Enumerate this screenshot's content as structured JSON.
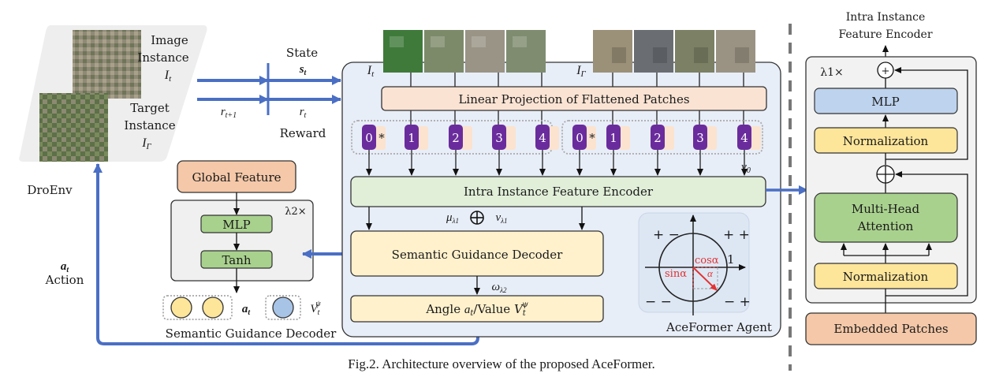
{
  "env": {
    "label": "DroEnv",
    "image_instance": [
      "Image",
      "Instance",
      "I_t"
    ],
    "target_instance": [
      "Target",
      "Instance",
      "I_Γ"
    ]
  },
  "transition": {
    "state_label": "State",
    "state_symbol": "s_t",
    "reward_label": "Reward",
    "reward_symbol": "r_t",
    "next_reward_symbol": "r_{t+1}"
  },
  "action": {
    "symbol": "a_t",
    "label": "Action"
  },
  "agent": {
    "title": "AceFormer Agent",
    "image_label_t": "I_t",
    "image_label_gamma": "I_Γ",
    "linear_projection": "Linear Projection of Flattened Patches",
    "tokens_t": [
      "0",
      "1",
      "2",
      "3",
      "4"
    ],
    "tokens_gamma": [
      "0",
      "1",
      "2",
      "3",
      "4"
    ],
    "class_token_marker": "*",
    "nu0": "ν0",
    "encoder": "Intra Instance Feature Encoder",
    "mu_lambda1": "μλ1",
    "nu_lambda1": "νλ1",
    "decoder": "Semantic Guidance Decoder",
    "omega_lambda2": "ωλ2",
    "output_box": "Angle a_t/Value V_t^ψ",
    "unit_circle": {
      "quadrants": [
        "+ −",
        "+ +",
        "− −",
        "− +"
      ],
      "cos": "cosα",
      "sin": "sinα",
      "alpha": "α",
      "one": "1"
    }
  },
  "decoder_detail": {
    "global_feature": "Global Feature",
    "repeat": "λ2×",
    "mlp": "MLP",
    "tanh": "Tanh",
    "action_symbol": "a_t",
    "value_symbol": "V_t^ψ",
    "label": "Semantic Guidance Decoder"
  },
  "encoder_detail": {
    "title_line1": "Intra Instance",
    "title_line2": "Feature Encoder",
    "repeat": "λ1×",
    "mlp": "MLP",
    "norm_top": "Normalization",
    "attention_line1": "Multi-Head",
    "attention_line2": "Attention",
    "norm_bottom": "Normalization",
    "embedded": "Embedded Patches"
  },
  "colors": {
    "blue_arrow": "#4a6fc4",
    "agent_bg": "#e8eef8",
    "proj_fill": "#fae3d3",
    "token_purple": "#6a2c9c",
    "token_pad": "#fbe3cf",
    "encoder_fill": "#e1efd9",
    "decoder_fill": "#fff1cc",
    "green_box": "#a9d18e",
    "blue_box": "#bdd3ee",
    "yellow_box": "#fde59a",
    "orange_box": "#f4c8a8",
    "gray_panel": "#f2f2f2",
    "red": "#e33232"
  },
  "caption": "Fig.2.  Architecture overview of the proposed AceFormer."
}
